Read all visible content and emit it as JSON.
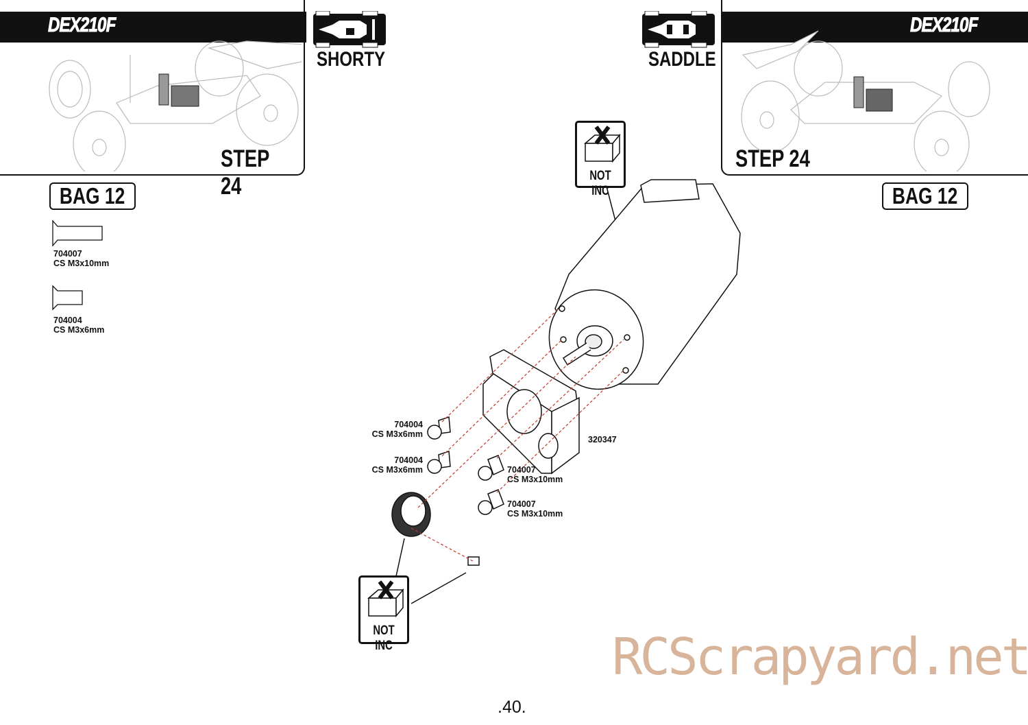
{
  "header_left": {
    "logo": "DEX210F",
    "step": "STEP 24",
    "chassis": "SHORTY"
  },
  "header_right": {
    "logo": "DEX210F",
    "step": "STEP 24",
    "chassis": "SADDLE"
  },
  "bags": {
    "left": "BAG 12",
    "right": "BAG 12"
  },
  "hardware_list": [
    {
      "part": "704007",
      "desc": "CS M3x10mm"
    },
    {
      "part": "704004",
      "desc": "CS M3x6mm"
    }
  ],
  "callouts": [
    {
      "part": "704004",
      "desc": "CS M3x6mm"
    },
    {
      "part": "704004",
      "desc": "CS M3x6mm"
    },
    {
      "part": "704007",
      "desc": "CS M3x10mm"
    },
    {
      "part": "704007",
      "desc": "CS M3x10mm"
    },
    {
      "part": "320347",
      "desc": ""
    }
  ],
  "not_included": [
    "NOT INC",
    "NOT INC"
  ],
  "watermark": "RCScrapyard.net",
  "page_number": ".40."
}
